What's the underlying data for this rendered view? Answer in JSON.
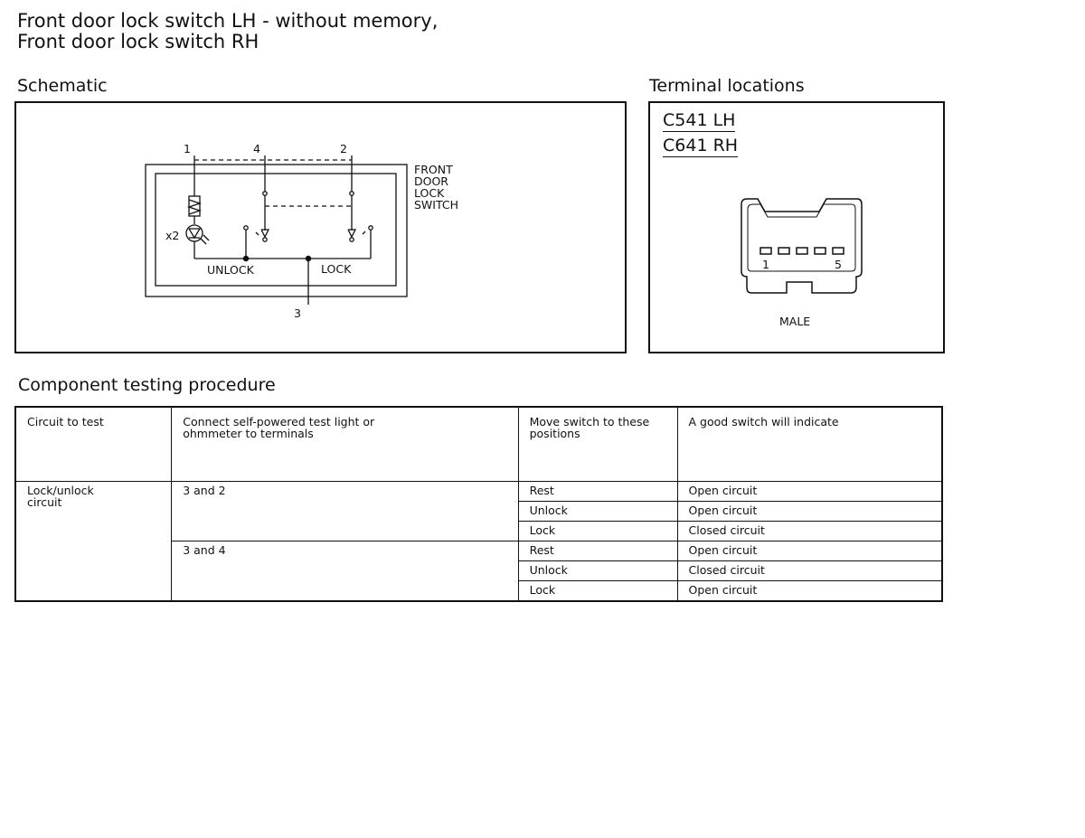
{
  "title": {
    "line1": "Front door lock switch LH - without memory,",
    "line2": "Front door lock switch RH"
  },
  "schematic": {
    "heading": "Schematic",
    "pins": {
      "p1": "1",
      "p4": "4",
      "p2": "2",
      "p3": "3"
    },
    "switch_name": [
      "FRONT",
      "DOOR",
      "LOCK",
      "SWITCH"
    ],
    "lamp_count": "x2",
    "unlock_label": "UNLOCK",
    "lock_label": "LOCK"
  },
  "terminals": {
    "heading": "Terminal locations",
    "connector_lh": "C541 LH",
    "connector_rh": "C641 RH",
    "pin_first": "1",
    "pin_last": "5",
    "gender": "MALE"
  },
  "testing": {
    "heading": "Component testing procedure",
    "columns": [
      "Circuit to test",
      "Connect self-powered test light or ohmmeter to terminals",
      "Move switch to these positions",
      "A good switch will indicate"
    ],
    "circuit": "Lock/unlock circuit",
    "groups": [
      {
        "terminals": "3 and 2",
        "rows": [
          {
            "position": "Rest",
            "result": "Open circuit"
          },
          {
            "position": "Unlock",
            "result": "Open circuit"
          },
          {
            "position": "Lock",
            "result": "Closed circuit"
          }
        ]
      },
      {
        "terminals": "3 and 4",
        "rows": [
          {
            "position": "Rest",
            "result": "Open circuit"
          },
          {
            "position": "Unlock",
            "result": "Closed circuit"
          },
          {
            "position": "Lock",
            "result": "Open circuit"
          }
        ]
      }
    ]
  }
}
